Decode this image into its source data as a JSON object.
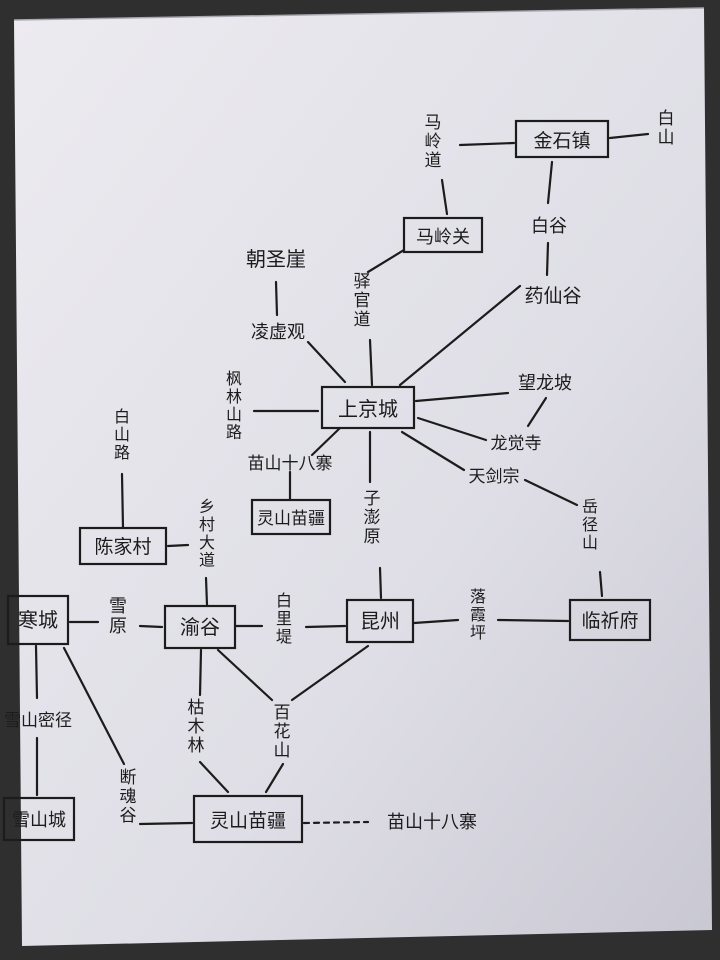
{
  "nodes": {
    "jinshi": "金石镇",
    "baishan_ne": "白山",
    "maling_road": "马岭道",
    "maling_pass": "马岭关",
    "baigu": "白谷",
    "yaoxian": "药仙谷",
    "chaosheng": "朝圣崖",
    "lingxu": "凌虚观",
    "yiguan": "驿官道",
    "fenglin": "枫林山路",
    "shangjing": "上京城",
    "wanglong": "望龙坡",
    "longjue": "龙觉寺",
    "miao18_top": "苗山十八寨",
    "lingshan_top": "灵山苗疆",
    "zipeng": "子澎原",
    "tianjian": "天剑宗",
    "yuejing": "岳径山",
    "baishan_road": "白山路",
    "chenjia": "陈家村",
    "xiangcun": "乡村大道",
    "hancheng": "寒城",
    "xueyuan": "雪原",
    "yugu": "渝谷",
    "bailidi": "白里堤",
    "kunzhou": "昆州",
    "luoxiaping": "落霞坪",
    "linqi": "临祈府",
    "xueshan_path": "雪山密径",
    "kumulin": "枯木林",
    "baihua": "百花山",
    "duanhun": "断魂谷",
    "xueshan_city": "雪山城",
    "lingshan_bottom": "灵山苗疆",
    "miao18_bottom": "苗山十八寨"
  }
}
